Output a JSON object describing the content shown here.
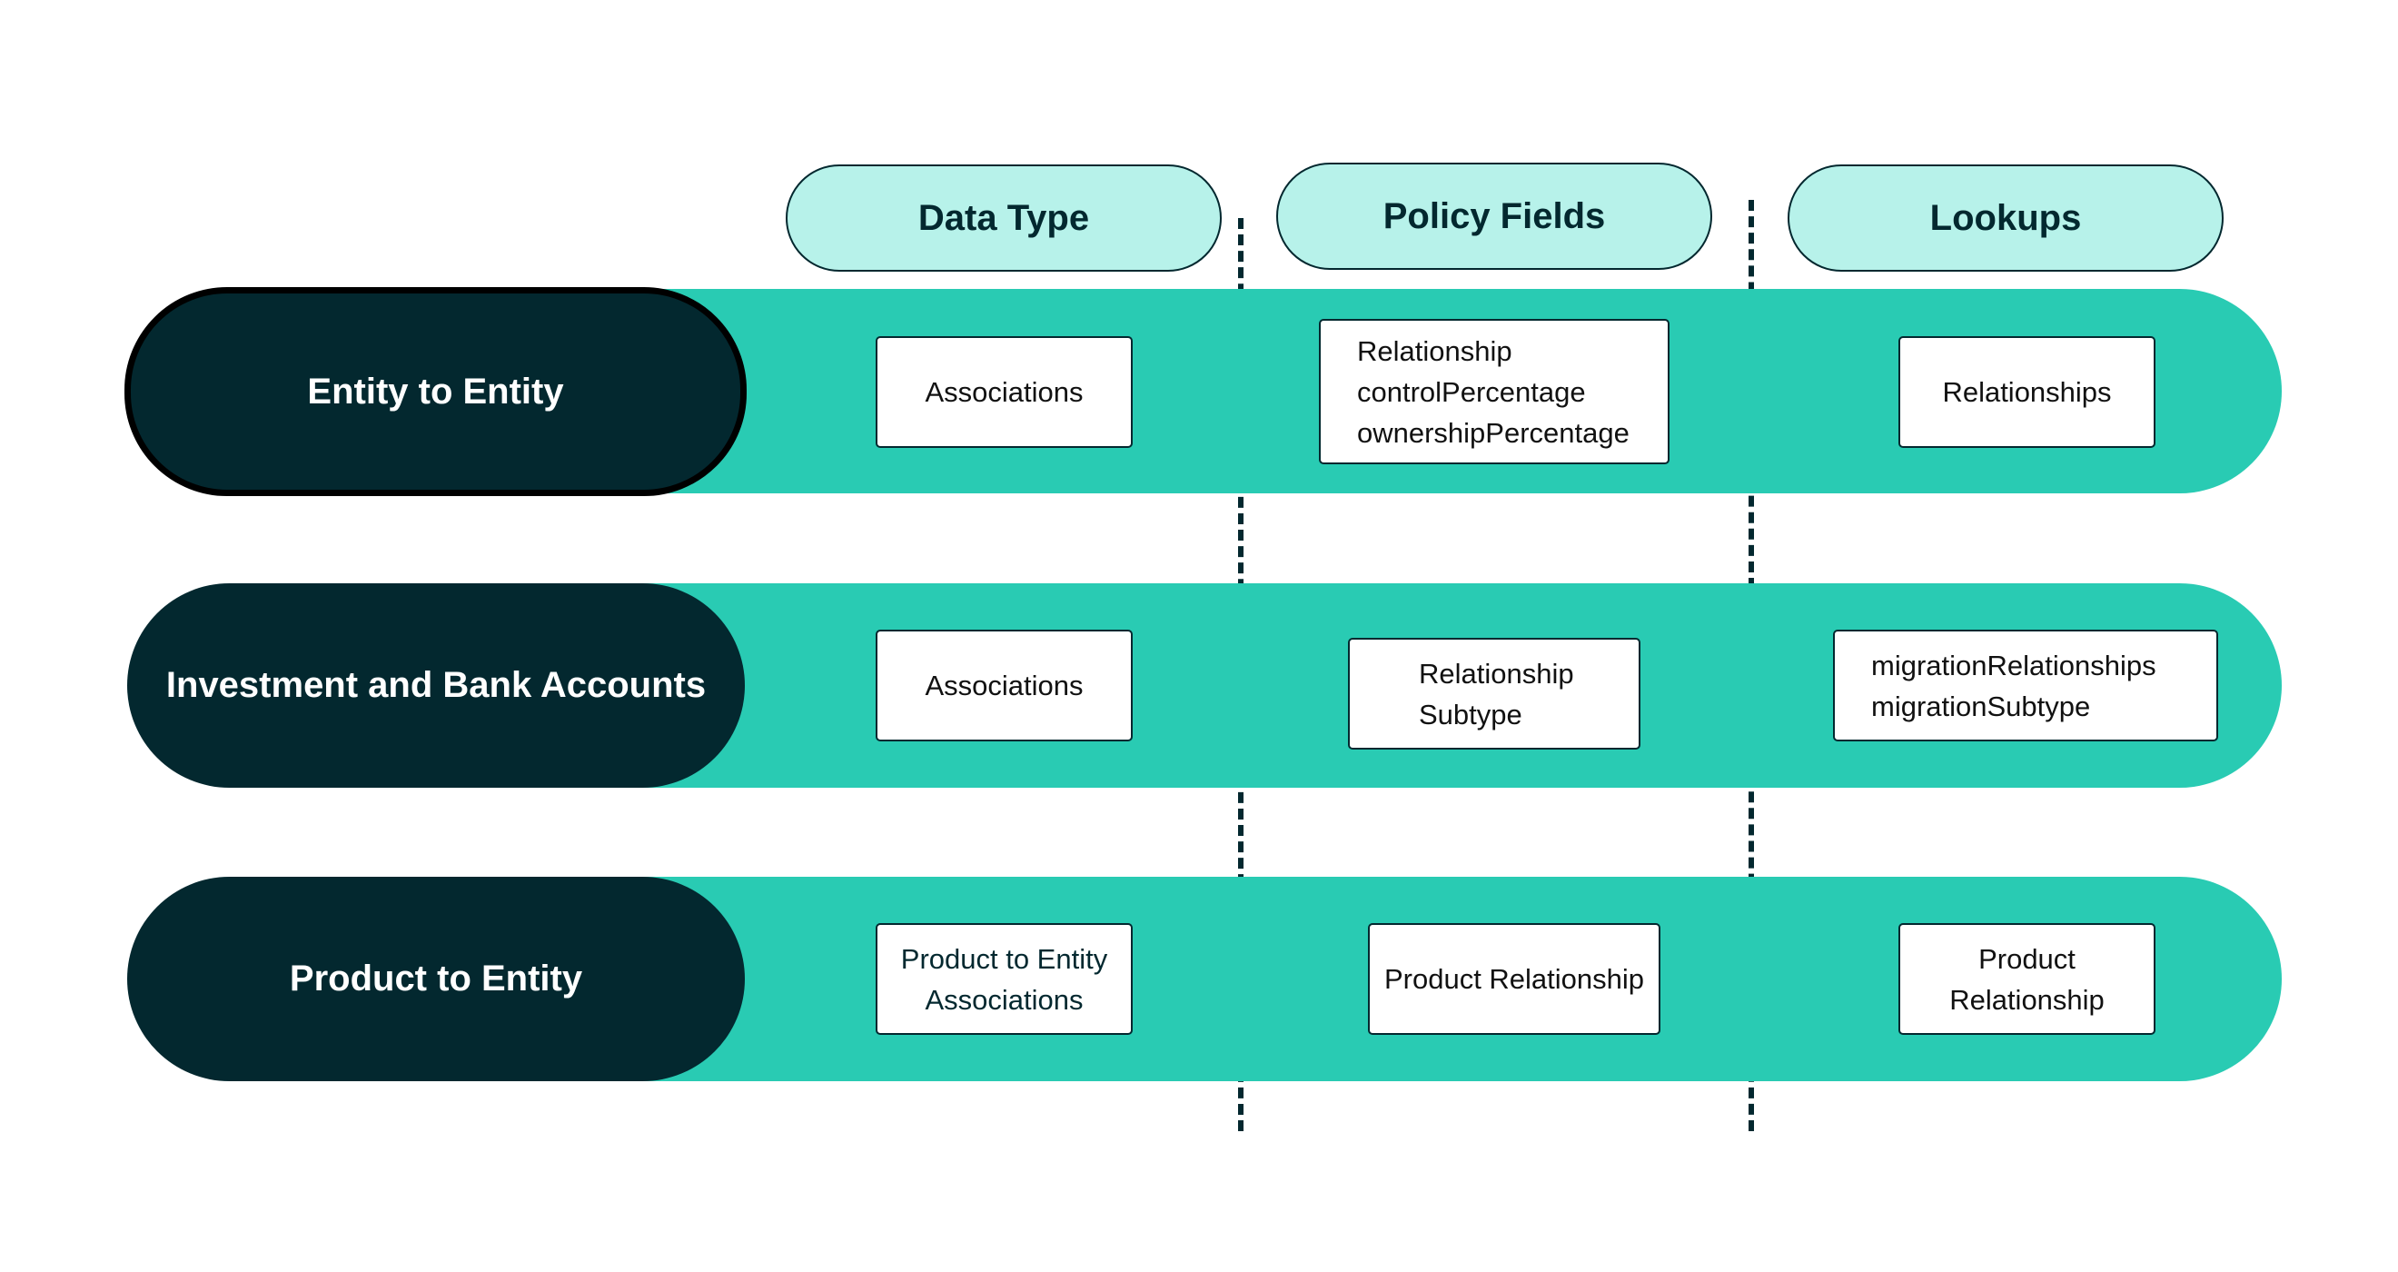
{
  "colors": {
    "header_fill": "#b7f2ea",
    "band": "#29cbb3",
    "row_label": "#03282f",
    "divider": "#03282f"
  },
  "columns": [
    {
      "label": "Data Type"
    },
    {
      "label": "Policy Fields"
    },
    {
      "label": "Lookups"
    }
  ],
  "rows": [
    {
      "label": "Entity to Entity",
      "data_type": [
        "Associations"
      ],
      "policy_fields": [
        "Relationship",
        "controlPercentage",
        "ownershipPercentage"
      ],
      "lookups": [
        "Relationships"
      ]
    },
    {
      "label": "Investment and Bank Accounts",
      "data_type": [
        "Associations"
      ],
      "policy_fields": [
        "Relationship",
        "Subtype"
      ],
      "lookups": [
        "migrationRelationships",
        "migrationSubtype"
      ]
    },
    {
      "label": "Product to Entity",
      "data_type": [
        "Product to Entity",
        "Associations"
      ],
      "policy_fields": [
        "Product Relationship"
      ],
      "lookups": [
        "Product",
        "Relationship"
      ]
    }
  ]
}
